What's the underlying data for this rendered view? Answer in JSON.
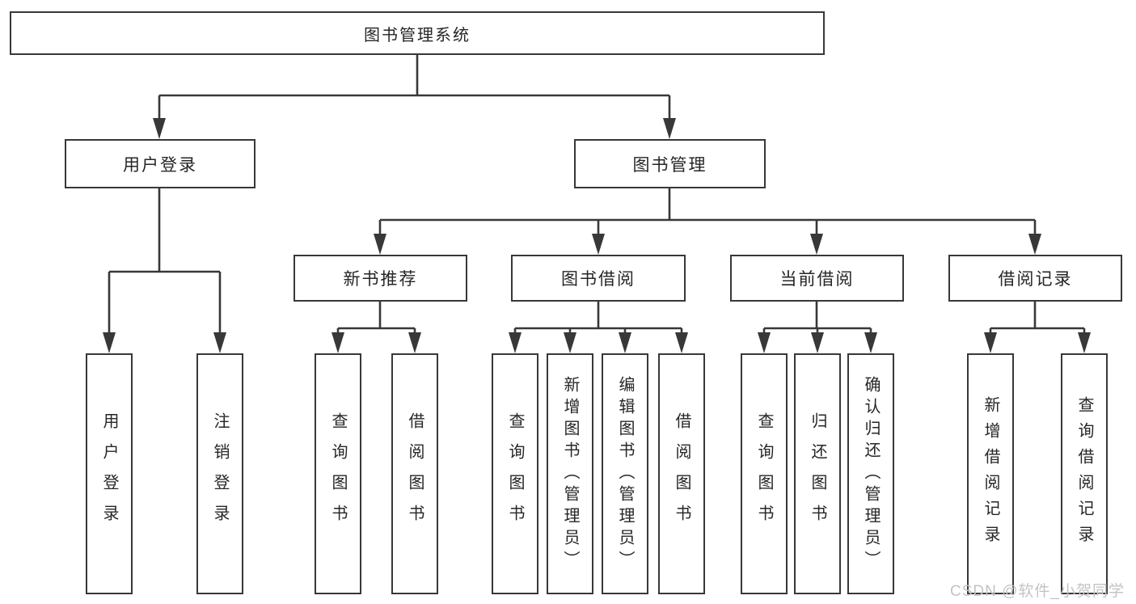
{
  "tree": {
    "root": {
      "label": "图书管理系统"
    },
    "branches": [
      {
        "label": "用户登录",
        "children": [
          {
            "label": "用户登录"
          },
          {
            "label": "注销登录"
          }
        ]
      },
      {
        "label": "图书管理",
        "children": [
          {
            "label": "新书推荐",
            "children": [
              {
                "label": "查询图书"
              },
              {
                "label": "借阅图书"
              }
            ]
          },
          {
            "label": "图书借阅",
            "children": [
              {
                "label": "查询图书"
              },
              {
                "label": "新增图书（管理员）"
              },
              {
                "label": "编辑图书（管理员）"
              },
              {
                "label": "借阅图书"
              }
            ]
          },
          {
            "label": "当前借阅",
            "children": [
              {
                "label": "查询图书"
              },
              {
                "label": "归还图书"
              },
              {
                "label": "确认归还（管理员）"
              }
            ]
          },
          {
            "label": "借阅记录",
            "children": [
              {
                "label": "新增借阅记录"
              },
              {
                "label": "查询借阅记录"
              }
            ]
          }
        ]
      }
    ]
  },
  "watermark": "CSDN @软件_小贺同学",
  "colors": {
    "line": "#383838",
    "box_border": "#383838",
    "text": "#262626",
    "watermark": "#c3c3c3",
    "background": "#ffffff"
  }
}
